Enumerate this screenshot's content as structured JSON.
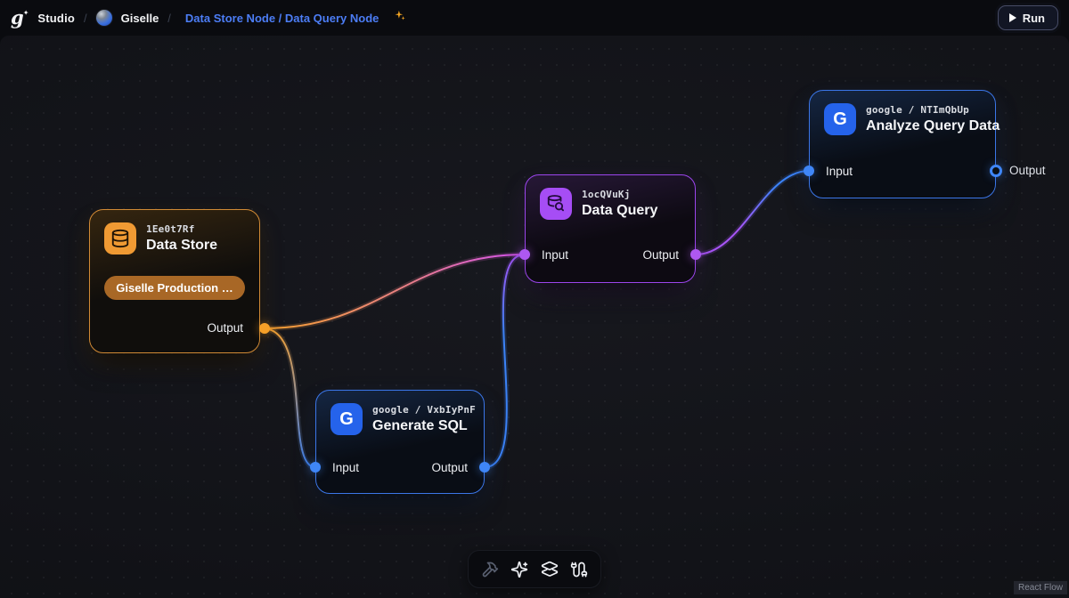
{
  "topbar": {
    "logo_glyph": "g",
    "brand": "Studio",
    "separator": "/",
    "workspace": "Giselle",
    "breadcrumb": "Data Store Node / Data Query Node",
    "run_label": "Run"
  },
  "nodes": {
    "data_store": {
      "id": "1Ee0t7Rf",
      "title": "Data Store",
      "chip": "Giselle Production …",
      "output_label": "Output",
      "accent": "#f59e0b"
    },
    "generate_sql": {
      "id": "google / VxbIyPnF",
      "title": "Generate SQL",
      "icon_letter": "G",
      "input_label": "Input",
      "output_label": "Output",
      "accent": "#3b82f6"
    },
    "data_query": {
      "id": "1ocQVuKj",
      "title": "Data Query",
      "input_label": "Input",
      "output_label": "Output",
      "accent": "#a855f7"
    },
    "analyze_query_data": {
      "id": "google / NTImQbUp",
      "title": "Analyze Query Data",
      "icon_letter": "G",
      "input_label": "Input",
      "output_label": "Output",
      "accent": "#3b82f6"
    }
  },
  "edges": [
    {
      "from": "data-store-output",
      "to": "data-query-input",
      "colors": [
        "#f6a12f",
        "#d452f0"
      ]
    },
    {
      "from": "data-store-output",
      "to": "generate-sql-input",
      "colors": [
        "#f6a12f",
        "#3b82f6"
      ]
    },
    {
      "from": "generate-sql-output",
      "to": "data-query-input",
      "colors": [
        "#3b82f6",
        "#a855f7"
      ]
    },
    {
      "from": "data-query-output",
      "to": "analyze-query-data-input",
      "colors": [
        "#a855f7",
        "#3b82f6"
      ]
    }
  ],
  "toolbar": {
    "icons": [
      "hammer-icon",
      "sparkles-icon",
      "layers-icon",
      "cable-icon"
    ]
  },
  "attribution": "React Flow"
}
